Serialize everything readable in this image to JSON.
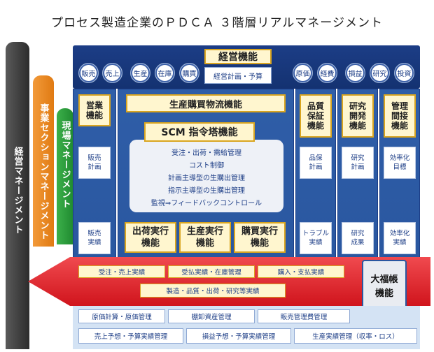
{
  "title": "プロセス製造企業のＰＤＣＡ ３階層リアルマネージメント",
  "management_bars": {
    "executive": "経営マネージメント",
    "section": "事業セクションマネージメント",
    "field": "現場マネージメント"
  },
  "management_function": {
    "label": "経営機能",
    "sub": "経営計画・予算",
    "left_items": [
      "販売",
      "売上",
      "生産",
      "在庫",
      "購買"
    ],
    "right_items": [
      "原価",
      "経費",
      "損益",
      "研究",
      "投資"
    ]
  },
  "sales": {
    "label": "営業\n機能",
    "plan": "販売\n計画",
    "result": "販売\n実績"
  },
  "production": {
    "label": "生産購買物流機能",
    "scm_title": "SCM 指令塔機能",
    "scm_items": [
      "受注・出荷・需給管理",
      "コスト制御",
      "計画主導型の生購出管理",
      "指示主導型の生購出管理",
      "監視⇒フィードバックコントロール"
    ],
    "exec_boxes": [
      "出荷実行\n機能",
      "生産実行\n機能",
      "購買実行\n機能"
    ]
  },
  "quality": {
    "label": "品質\n保証\n機能",
    "plan": "品保\n計画",
    "result": "トラブル\n実績"
  },
  "rnd": {
    "label": "研究\n開発\n機能",
    "plan": "研究\n計画",
    "result": "研究\n成果"
  },
  "admin": {
    "label": "管理\n間接\n機能",
    "plan": "効率化\n目標",
    "result": "効率化\n実績"
  },
  "results_band": {
    "row1": [
      "受注・売上実績",
      "受払実績・在庫管理",
      "購入・支払実績"
    ],
    "row2": "製造・品質・出荷・研究等実績"
  },
  "ledger": "大福帳\n機能",
  "bottom_band": {
    "row1": [
      "原価計算・原価管理",
      "棚卸資産管理",
      "販売管理費管理"
    ],
    "row2": [
      "売上予想・予算実績管理",
      "損益予想・予算実績管理",
      "生産実績管理（収率・ロス）"
    ]
  },
  "colors": {
    "navy": "#1c3d86",
    "column_blue": "#2a57a0",
    "yellow_box": "#fff6cf",
    "gold_border": "#d9a520",
    "red_arrow": "#e8232a",
    "orange_bar": "#e07a12",
    "green_bar": "#1f8a30",
    "gray_bar": "#3e3e3e"
  }
}
